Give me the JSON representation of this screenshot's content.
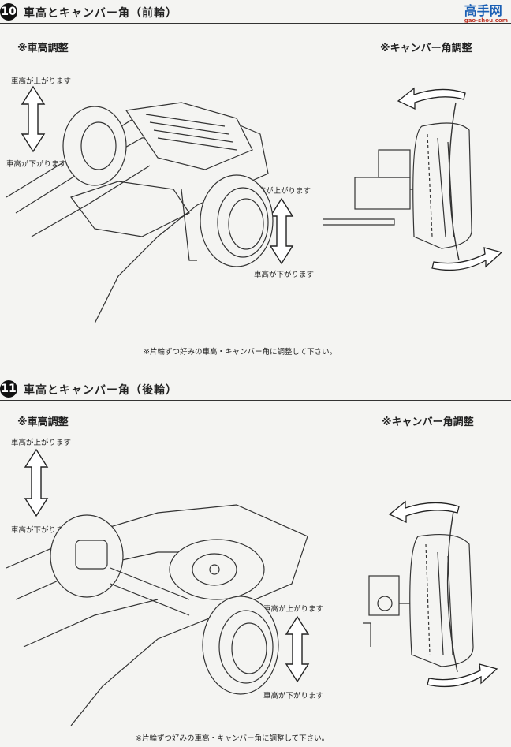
{
  "sections": [
    {
      "step": "10",
      "title": "車高とキャンバー角（前輪）",
      "ride_height_label": "※車高調整",
      "camber_label": "※キャンバー角調整",
      "up_label": "車高が上がります",
      "down_label": "車高が下がります",
      "note": "※片輪ずつ好みの車高・キャンバー角に調整して下さい。"
    },
    {
      "step": "11",
      "title": "車高とキャンバー角（後輪）",
      "ride_height_label": "※車高調整",
      "camber_label": "※キャンバー角調整",
      "up_label": "車高が上がります",
      "down_label": "車高が下がります",
      "note": "※片輪ずつ好みの車高・キャンバー角に調整して下さい。"
    }
  ],
  "watermark": {
    "text": "高手网",
    "url": "gao-shou.com"
  },
  "icons": [
    "double-arrow-icon",
    "curved-arrow-icon"
  ]
}
